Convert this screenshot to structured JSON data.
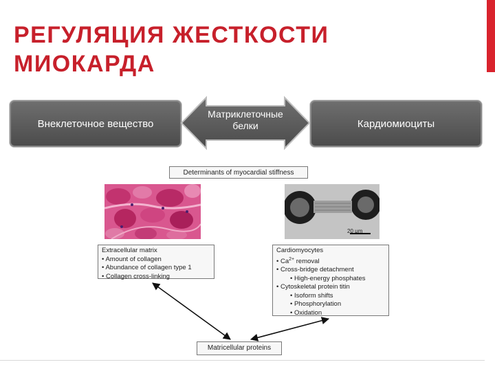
{
  "slide": {
    "title_line1": "РЕГУЛЯЦИЯ ЖЕСТКОСТИ",
    "title_line2": "МИОКАРДА",
    "accent_color": "#c7202b"
  },
  "boxes": {
    "left": "Внеклеточное вещество",
    "center_line1": "Матриклеточные",
    "center_line2": "белки",
    "right": "Кардиомиоциты"
  },
  "figure": {
    "header": "Determinants of myocardial stiffness",
    "ecm_title": "Extracellular matrix",
    "ecm_items": [
      "Amount of collagen",
      "Abundance of collagen type 1",
      "Collagen cross-linking"
    ],
    "cardio_title": "Cardiomyocytes",
    "cardio_ca_prefix": "Ca",
    "cardio_ca_sup": "2+",
    "cardio_ca_suffix": " removal",
    "cardio_items": [
      "Cross-bridge detachment"
    ],
    "cardio_sub1": [
      "High-energy phosphates"
    ],
    "cardio_item2": "Cytoskeletal protein titin",
    "cardio_sub2": [
      "Isoform shifts",
      "Phosphorylation",
      "Oxidation"
    ],
    "scale_label": "20 μm",
    "matricellular": "Matricellular proteins"
  }
}
